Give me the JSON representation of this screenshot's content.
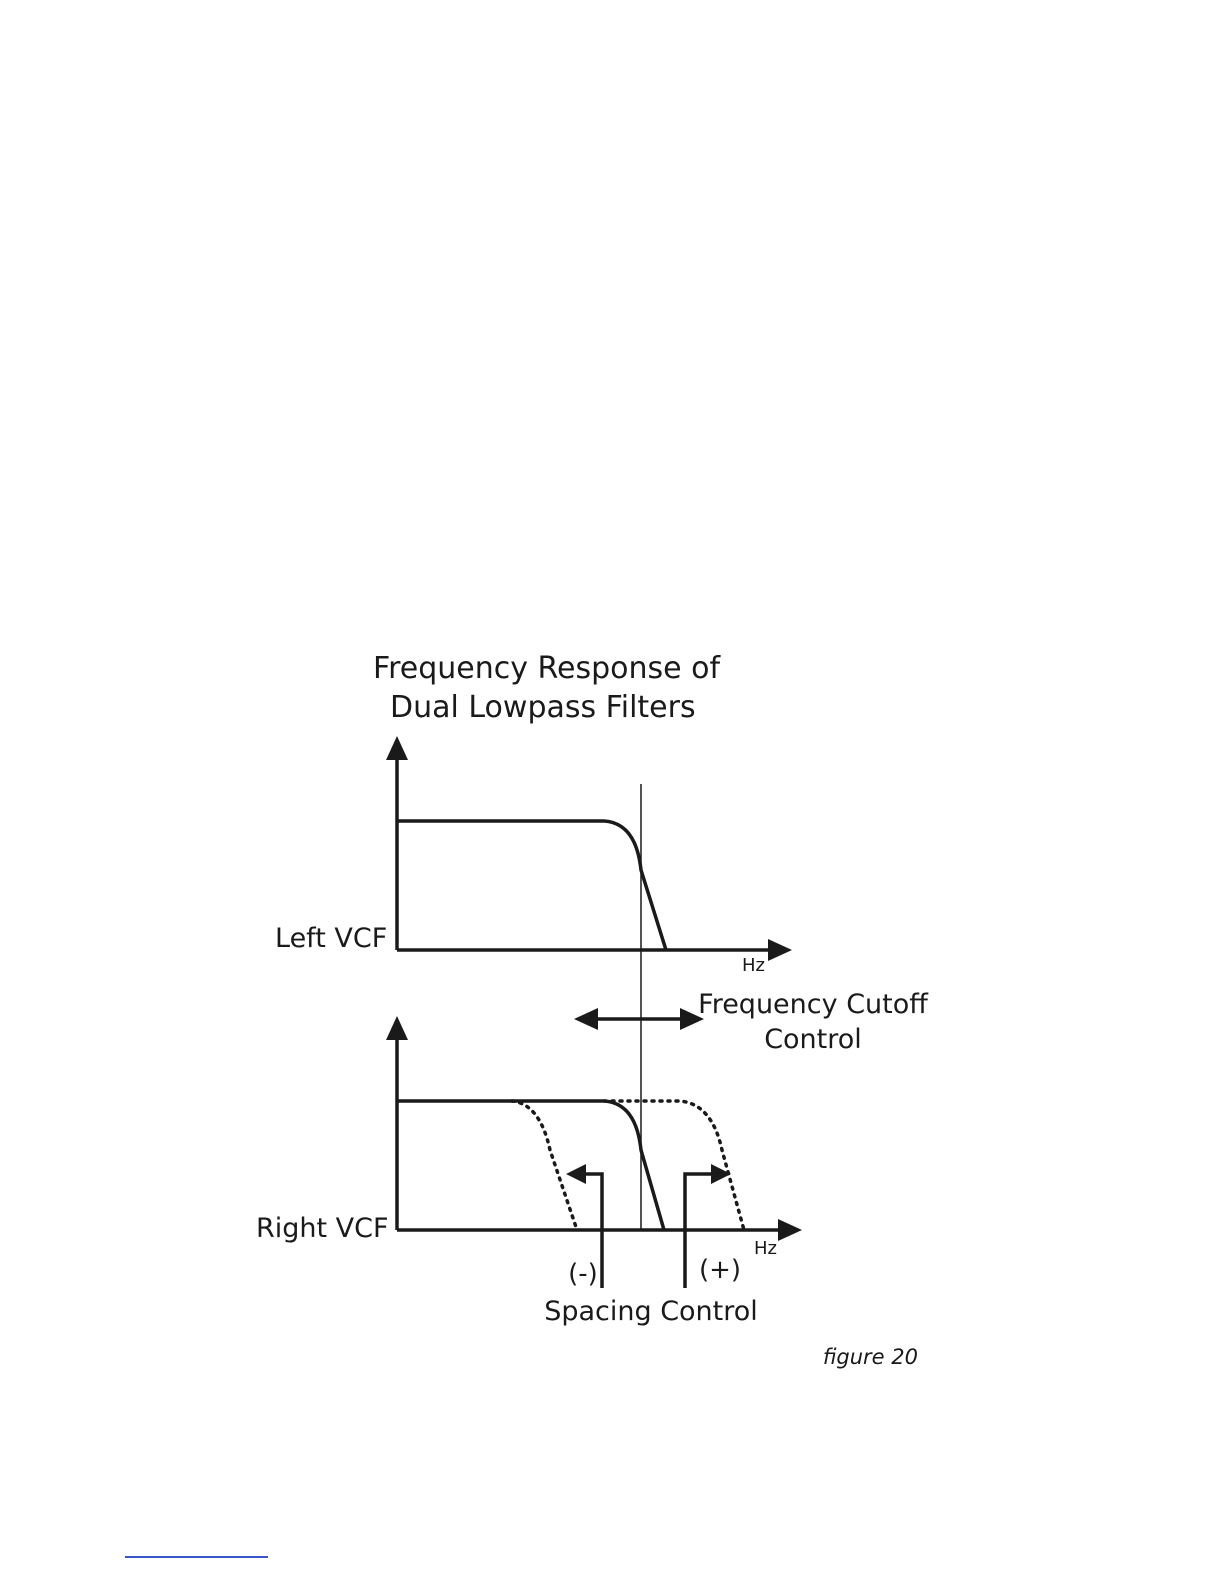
{
  "title": {
    "line1": "Frequency Response of",
    "line2": "Dual Lowpass Filters"
  },
  "left_vcf": {
    "label": "Left VCF",
    "axis_unit": "Hz"
  },
  "right_vcf": {
    "label": "Right VCF",
    "axis_unit": "Hz"
  },
  "frequency_cutoff": {
    "line1": "Frequency Cutoff",
    "line2": "Control"
  },
  "spacing": {
    "minus": "(-)",
    "plus": "(+)",
    "label": "Spacing Control"
  },
  "caption": "figure 20",
  "colors": {
    "ink": "#1a1a1a",
    "footer_rule": "#3a55c8"
  }
}
